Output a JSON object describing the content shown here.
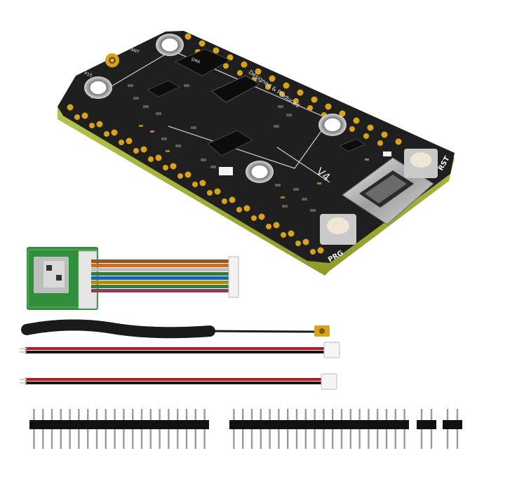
{
  "board": {
    "version_label": "V4",
    "credit_text": "Designed & Produced",
    "button_prg": "PRG",
    "button_rst": "RST",
    "ant_marker": "ANT",
    "ant_marker_2": "SMA",
    "gnss_marker": "P15"
  },
  "colors": {
    "pcb": "#1f1f1f",
    "pcb_edge": "#b7c94a",
    "pad_gold": "#d9a21b",
    "module_green": "#2f8f3a",
    "wire_red": "#c1121f",
    "wire_black": "#151515"
  },
  "ribbon_wire_colors": [
    "#8a5a2b",
    "#d2691e",
    "#bdbdbd",
    "#2e7d32",
    "#1565c0",
    "#b08c00",
    "#3a7d3a",
    "#8e3b5a"
  ]
}
